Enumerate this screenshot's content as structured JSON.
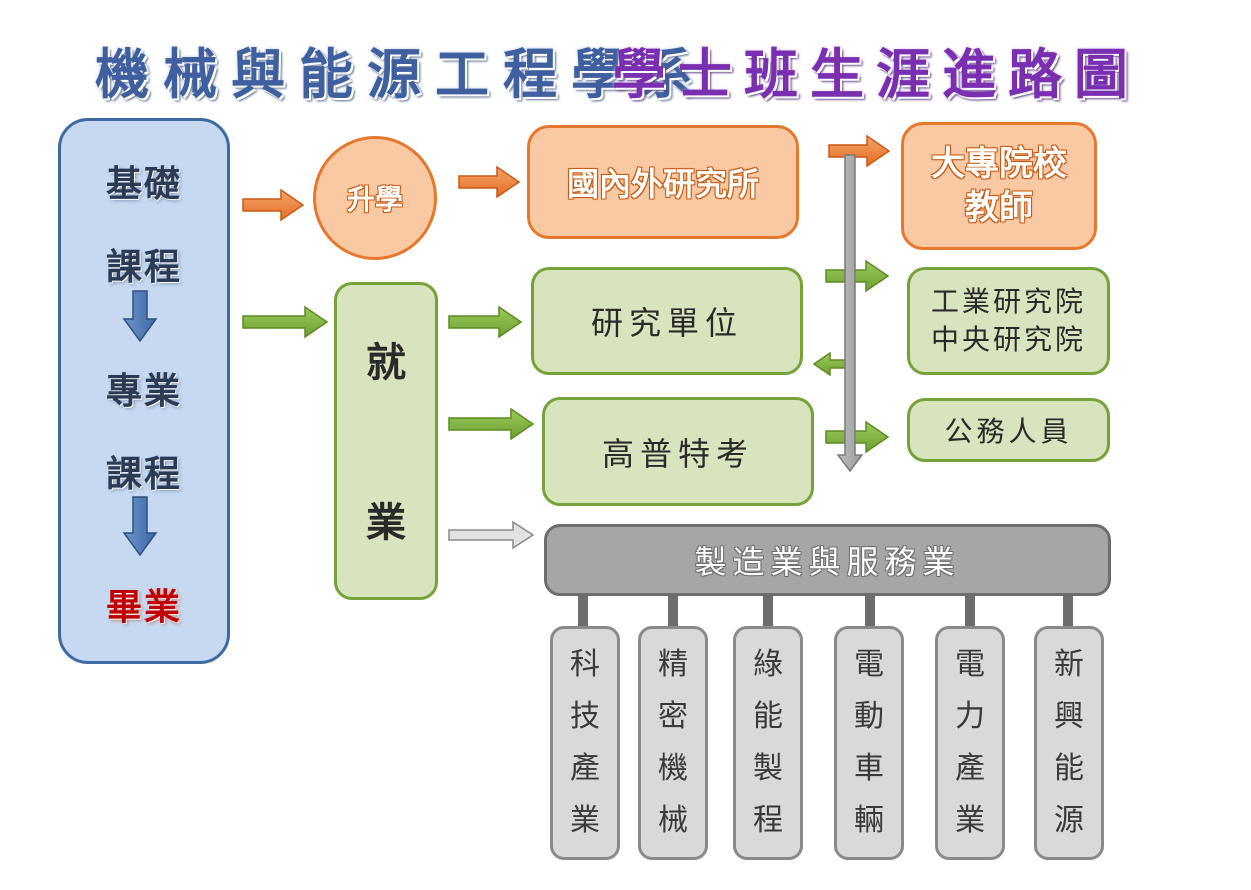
{
  "title": {
    "main": "機械與能源工程學系",
    "sub": "學士班生涯進路圖"
  },
  "left_panel": {
    "basic": "基礎",
    "course1": "課程",
    "professional": "專業",
    "course2": "課程",
    "graduation": "畢業"
  },
  "further_study": {
    "label": "升學",
    "graduate_school": "國內外研究所",
    "teacher_line1": "大專院校",
    "teacher_line2": "教師"
  },
  "employment": {
    "char1": "就",
    "char2": "業",
    "research_unit": "研究單位",
    "itri": "工業研究院",
    "academia_sinica": "中央研究院",
    "civil_exam": "高普特考",
    "civil_servant": "公務人員",
    "industry": "製造業與服務業"
  },
  "industries": [
    {
      "name": "科技產業",
      "chars": [
        "科",
        "技",
        "產",
        "業"
      ]
    },
    {
      "name": "精密機械",
      "chars": [
        "精",
        "密",
        "機",
        "械"
      ]
    },
    {
      "name": "綠能製程",
      "chars": [
        "綠",
        "能",
        "製",
        "程"
      ]
    },
    {
      "name": "電動車輛",
      "chars": [
        "電",
        "動",
        "車",
        "輛"
      ]
    },
    {
      "name": "電力產業",
      "chars": [
        "電",
        "力",
        "產",
        "業"
      ]
    },
    {
      "name": "新興能源",
      "chars": [
        "新",
        "興",
        "能",
        "源"
      ]
    }
  ],
  "colors": {
    "orange_fill": "#f9c9a4",
    "orange_border": "#e6782e",
    "green_fill": "#d7e4bd",
    "green_border": "#77a23a",
    "blue_fill": "#c6d9f1",
    "blue_border": "#3d6aa3",
    "grey_fill": "#a6a6a6",
    "grey_light": "#d9d9d9",
    "title_blue": "#3f5f9e",
    "title_purple": "#7a2fb0",
    "graduation_red": "#c00000"
  }
}
